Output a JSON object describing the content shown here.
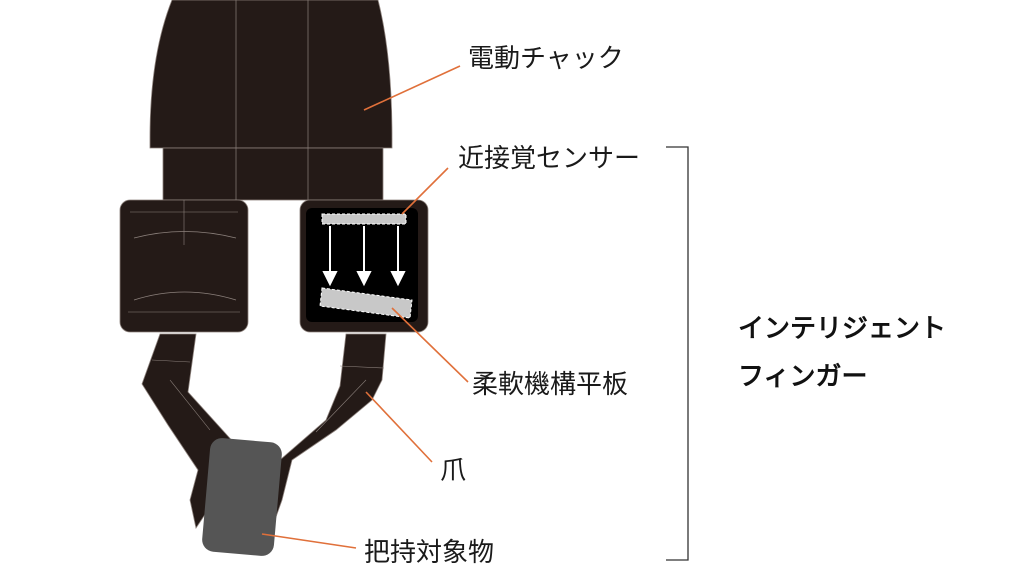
{
  "labels": {
    "chuck": "電動チャック",
    "sensor": "近接覚センサー",
    "plate": "柔軟機構平板",
    "claw": "爪",
    "object": "把持対象物"
  },
  "group": {
    "line1": "インテリジェント",
    "line2": "フィンガー"
  },
  "colors": {
    "body": "#241a17",
    "edge": "#8c817c",
    "leader": "#e0703a",
    "plate": "#c8c8c8",
    "object": "#555555"
  }
}
